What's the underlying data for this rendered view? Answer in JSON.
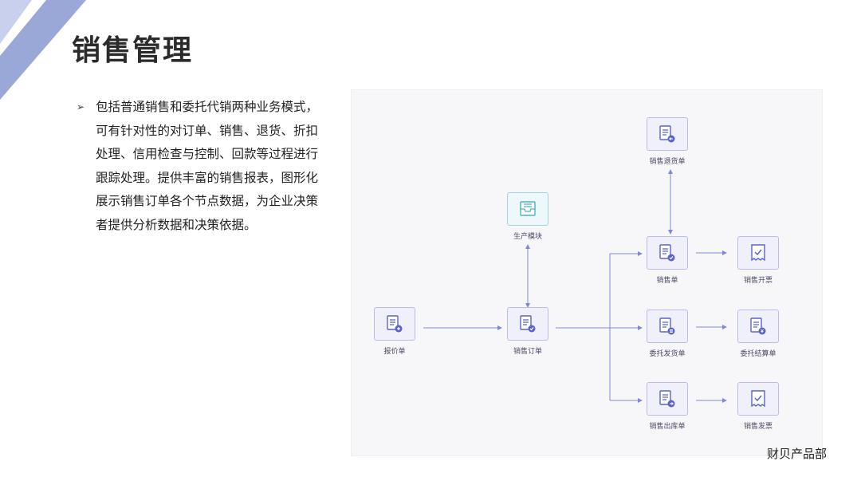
{
  "slide": {
    "title": "销售管理",
    "bullet_symbol": "➢",
    "intro": "包括普通销售和委托代销两种业务模式，可有针对性的对订单、销售、退货、折扣处理、信用检查与控制、回款等过程进行跟踪处理。提供丰富的销售报表，图形化展示销售订单各个节点数据，为企业决策者提供分析数据和决策依据。",
    "footer_partial": "财贝产品部"
  },
  "colors": {
    "accent": "#5a64c8",
    "node_fill": "#eff0fa",
    "node_border": "#b9bde6",
    "production_fill": "#eef8fa",
    "production_border": "#9fd7df",
    "connector": "#7f88d6",
    "stripe": "#9aa8d8"
  },
  "diagram": {
    "nodes": {
      "quote": {
        "label": "报价单",
        "icon": "document-plus-icon"
      },
      "sales_order": {
        "label": "销售订单",
        "icon": "document-check-icon"
      },
      "production": {
        "label": "生产模块",
        "icon": "inbox-stack-icon"
      },
      "sales_return": {
        "label": "销售退货单",
        "icon": "document-return-icon"
      },
      "sales_slip": {
        "label": "销售单",
        "icon": "document-check-icon"
      },
      "sales_invoice_issue": {
        "label": "销售开票",
        "icon": "receipt-check-icon"
      },
      "consign_delivery": {
        "label": "委托发货单",
        "icon": "document-list-icon"
      },
      "consign_settlement": {
        "label": "委托结算单",
        "icon": "document-coin-icon"
      },
      "sales_outbound": {
        "label": "销售出库单",
        "icon": "document-arrow-icon"
      },
      "sales_invoice": {
        "label": "销售发票",
        "icon": "receipt-check-icon"
      }
    }
  }
}
